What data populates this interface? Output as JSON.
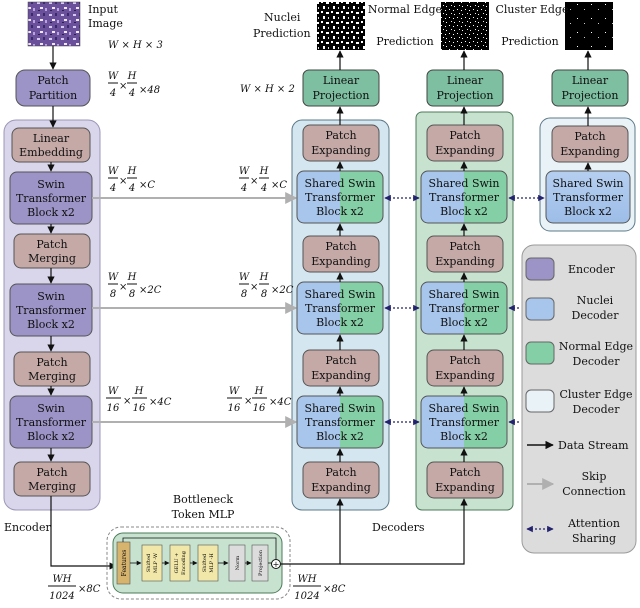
{
  "header": {
    "input_image": [
      "Input",
      "Image"
    ],
    "nuclei_prediction": [
      "Nuclei",
      "Prediction"
    ],
    "normal_edge_prediction": [
      "Normal Edge",
      "Prediction"
    ],
    "cluster_edge_prediction": [
      "Cluster Edge",
      "Prediction"
    ],
    "input_dims": "W × H × 3",
    "output_dims": "W × H × 2"
  },
  "encoder": {
    "label": "Encoder",
    "patch_partition": [
      "Patch",
      "Partition"
    ],
    "linear_embedding": [
      "Linear",
      "Embedding"
    ],
    "swin_block": [
      "Swin",
      "Transformer",
      "Block x2"
    ],
    "patch_merging": [
      "Patch",
      "Merging"
    ]
  },
  "decoder": {
    "label": "Decoders",
    "linear_projection": [
      "Linear",
      "Projection"
    ],
    "patch_expanding": [
      "Patch",
      "Expanding"
    ],
    "shared_swin": [
      "Shared Swin",
      "Transformer",
      "Block x2"
    ]
  },
  "dims": {
    "d48": {
      "n1": "W",
      "d1": "4",
      "n2": "H",
      "d2": "4",
      "tail": "×48"
    },
    "dC": {
      "n1": "W",
      "d1": "4",
      "n2": "H",
      "d2": "4",
      "tail": "×C"
    },
    "d2C": {
      "n1": "W",
      "d1": "8",
      "n2": "H",
      "d2": "8",
      "tail": "×2C"
    },
    "d4C": {
      "n1": "W",
      "d1": "16",
      "n2": "H",
      "d2": "16",
      "tail": "×4C"
    },
    "d8C": {
      "num": "WH",
      "den": "1024",
      "tail": "×8C"
    }
  },
  "bottleneck": {
    "title": [
      "Bottleneck",
      "Token MLP"
    ],
    "features": "Features",
    "shifted_mlp_w": [
      "Shifted",
      "MLP -W"
    ],
    "gelu_encoding": [
      "GELU +",
      "Encoding"
    ],
    "shifted_mlp_h": [
      "Shifted",
      "MLP -H"
    ],
    "norm": "Norm",
    "projection": "Projection",
    "plus": "+"
  },
  "legend": {
    "encoder": "Encoder",
    "nuclei_decoder": [
      "Nuclei",
      "Decoder"
    ],
    "normal_edge_decoder": [
      "Normal Edge",
      "Decoder"
    ],
    "cluster_edge_decoder": [
      "Cluster Edge",
      "Decoder"
    ],
    "data_stream": "Data Stream",
    "skip_connection": [
      "Skip",
      "Connection"
    ],
    "attention_sharing": [
      "Attention",
      "Sharing"
    ]
  },
  "colors": {
    "encoder": "#9c93c6",
    "block": "#c4a9a6",
    "linear_projection": "#7dbfa0",
    "nuclei": "#a8c6ec",
    "normal_edge": "#84cfa5",
    "cluster_edge": "#d6e8f2"
  }
}
